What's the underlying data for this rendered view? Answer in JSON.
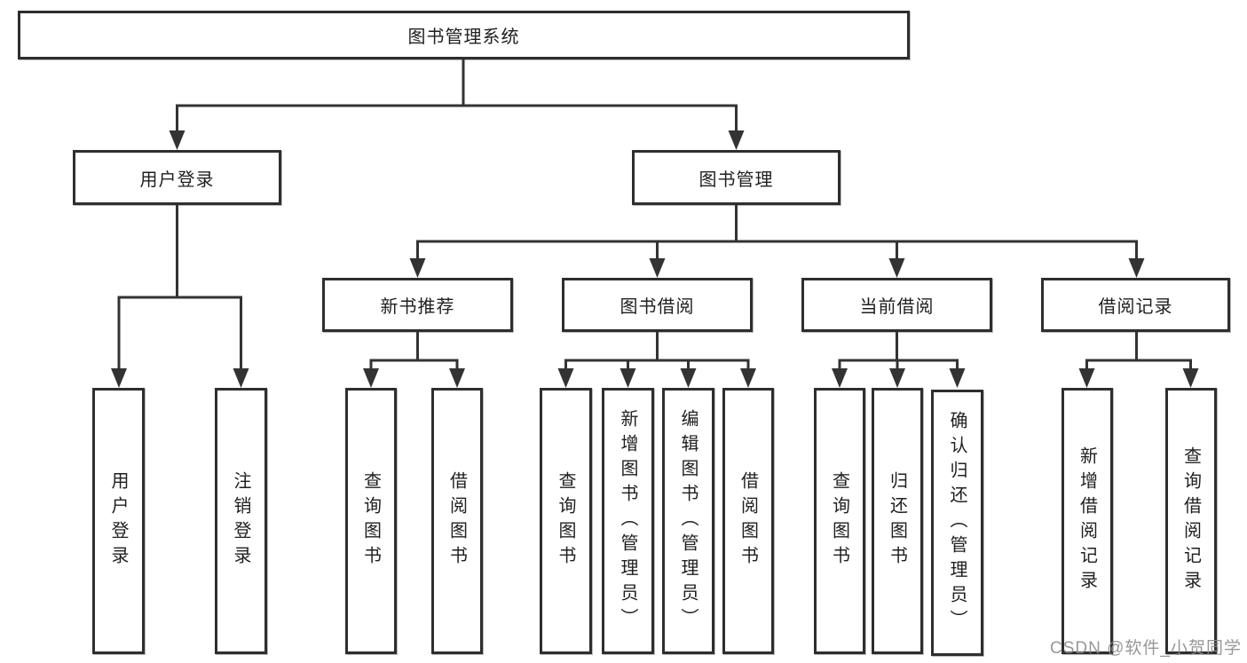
{
  "diagram": {
    "title_node": "图书管理系统",
    "level2": {
      "user_login": "用户登录",
      "book_management": "图书管理"
    },
    "level3": {
      "new_book_recommend": "新书推荐",
      "book_borrow": "图书借阅",
      "current_borrow": "当前借阅",
      "borrow_records": "借阅记录"
    },
    "leaves": {
      "user_login": [
        "用户登录",
        "注销登录"
      ],
      "new_book_recommend": [
        "查询图书",
        "借阅图书"
      ],
      "book_borrow": [
        "查询图书",
        "新增图书（管理员）",
        "编辑图书（管理员）",
        "借阅图书"
      ],
      "current_borrow": [
        "查询图书",
        "归还图书",
        "确认归还（管理员）"
      ],
      "borrow_records": [
        "新增借阅记录",
        "查询借阅记录"
      ]
    },
    "watermark": "CSDN @软件_小贺同学",
    "colors": {
      "line": "#333333",
      "text": "#1f1f1f",
      "box_border": "#2e2e2e",
      "watermark": "#8c8c8c",
      "background": "#ffffff"
    }
  }
}
